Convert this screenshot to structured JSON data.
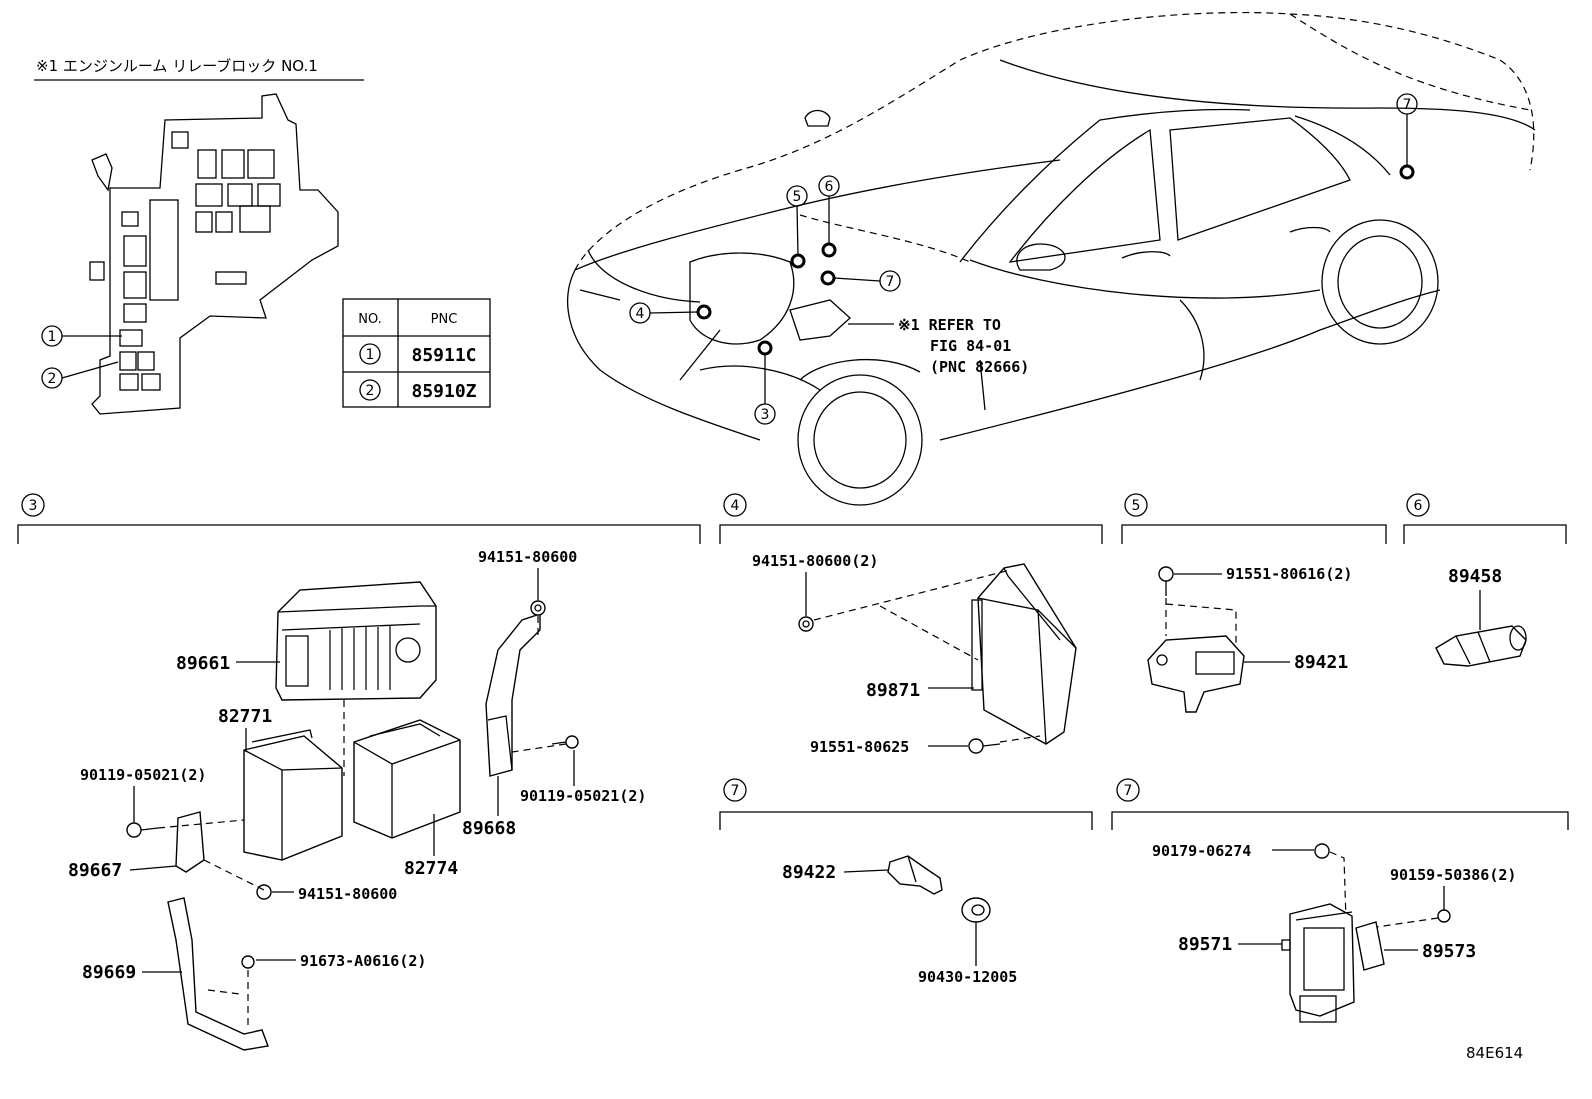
{
  "inset": {
    "title": "※1 エンジンルーム リレーブロック NO.1",
    "callouts": [
      "1",
      "2"
    ]
  },
  "pnc_table": {
    "headers": [
      "NO.",
      "PNC"
    ],
    "rows": [
      {
        "no": "1",
        "pnc": "85911C"
      },
      {
        "no": "2",
        "pnc": "85910Z"
      }
    ]
  },
  "car": {
    "callouts": [
      "3",
      "4",
      "5",
      "6",
      "7",
      "7"
    ],
    "refer_note": [
      "※1 REFER TO",
      "FIG 84-01",
      "(PNC 82666)"
    ]
  },
  "sections": {
    "s3": {
      "number": "3",
      "labels": {
        "p89661": "89661",
        "p82771": "82771",
        "p94151_top": "94151-80600",
        "p90119_left": "90119-05021(2)",
        "p90119_right": "90119-05021(2)",
        "p89668": "89668",
        "p82774": "82774",
        "p89667": "89667",
        "p94151_bottom": "94151-80600",
        "p89669": "89669",
        "p91673": "91673-A0616(2)"
      }
    },
    "s4": {
      "number": "4",
      "labels": {
        "p94151": "94151-80600(2)",
        "p89871": "89871",
        "p91551": "91551-80625"
      }
    },
    "s5": {
      "number": "5",
      "labels": {
        "p91551": "91551-80616(2)",
        "p89421": "89421"
      }
    },
    "s6": {
      "number": "6",
      "labels": {
        "p89458": "89458"
      }
    },
    "s7a": {
      "number": "7",
      "labels": {
        "p89422": "89422",
        "p90430": "90430-12005"
      }
    },
    "s7b": {
      "number": "7",
      "labels": {
        "p90179": "90179-06274",
        "p90159": "90159-50386(2)",
        "p89571": "89571",
        "p89573": "89573"
      }
    }
  },
  "figure_id": "84E614"
}
